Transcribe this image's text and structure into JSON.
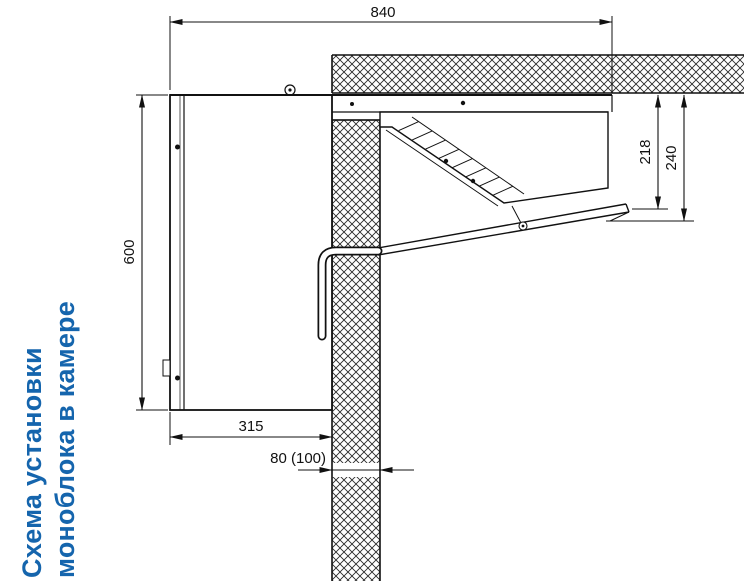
{
  "title": {
    "line1": "Схема установки",
    "line2": "моноблока в камере"
  },
  "dimensions": {
    "top_width": "840",
    "left_height": "600",
    "unit_depth": "315",
    "wall_thickness": "80 (100)",
    "inner_height_top": "218",
    "inner_height_bottom": "240"
  },
  "colors": {
    "title_accent": "#1565ad",
    "line": "#111111"
  }
}
